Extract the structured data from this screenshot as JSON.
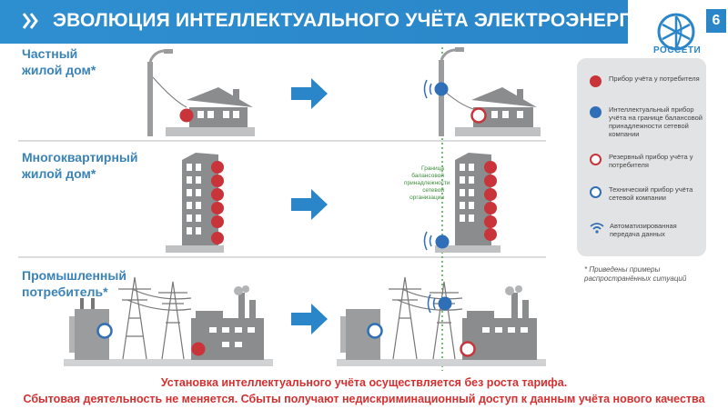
{
  "header": {
    "title": "ЭВОЛЮЦИЯ ИНТЕЛЛЕКТУАЛЬНОГО УЧЁТА ЭЛЕКТРОЭНЕРГИИ",
    "logo_text": "РОССЕТИ",
    "page_number": "6",
    "color": "#2a86c8"
  },
  "rows": [
    {
      "label_line1": "Частный",
      "label_line2": "жилой дом*"
    },
    {
      "label_line1": "Многоквартирный",
      "label_line2": "жилой дом*"
    },
    {
      "label_line1": "Промышленный",
      "label_line2": "потребитель*"
    }
  ],
  "border_label": "Граница балансовой принадлежности сетевой организации",
  "legend": {
    "items": [
      {
        "text": "Прибор учёта у потребителя",
        "icon": "red-filled-circle"
      },
      {
        "text": "Интеллектуальный прибор учёта на границе балансовой принадлежности сетевой компании",
        "icon": "blue-filled-circle"
      },
      {
        "text": "Резервный прибор учёта у потребителя",
        "icon": "red-ring-circle"
      },
      {
        "text": "Технический прибор учёта сетевой компании",
        "icon": "blue-ring-circle"
      },
      {
        "text": "Автоматизированная передача данных",
        "icon": "wifi-icon"
      }
    ]
  },
  "footnote": "*  Приведены примеры распространённых ситуаций",
  "bottom": {
    "line1": "Установка интеллектуального учёта осуществляется без роста тарифа.",
    "line2": "Сбытовая деятельность не меняется. Сбыты получают недискриминационный доступ к данным учёта нового качества"
  },
  "colors": {
    "red_meter": "#c8343a",
    "blue_meter": "#2f6fb8",
    "arrow": "#2a86c8",
    "border_line": "#4ca84c",
    "building": "#8a8c8e"
  }
}
